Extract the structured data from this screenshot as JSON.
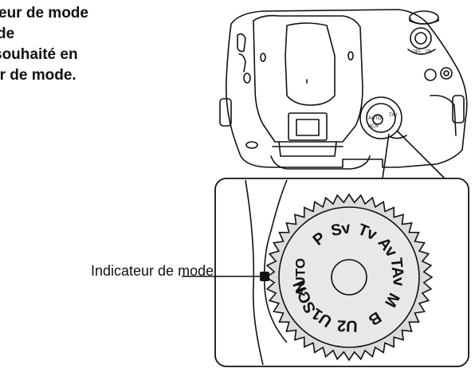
{
  "instructions": {
    "lines": [
      "eur de mode",
      "de",
      "souhaité en",
      "ur de mode."
    ]
  },
  "camera_top_dial": {
    "labels": [
      "AUTO",
      "SCN",
      "U1",
      "U2",
      "B",
      "M",
      "TAV",
      "AV",
      "TV",
      "SV",
      "P"
    ],
    "switch_labels": [
      "OFF",
      "ON"
    ]
  },
  "zoom_dial": {
    "labels": [
      "P",
      "Sv",
      "Tv",
      "Av",
      "TAv",
      "M",
      "B",
      "U2",
      "U1",
      "SCN",
      "AUTO"
    ]
  },
  "callout": {
    "label": "Indicateur de mode"
  },
  "colors": {
    "line": "#111111",
    "dial_fill": "#e8e8e8",
    "background": "#ffffff"
  }
}
